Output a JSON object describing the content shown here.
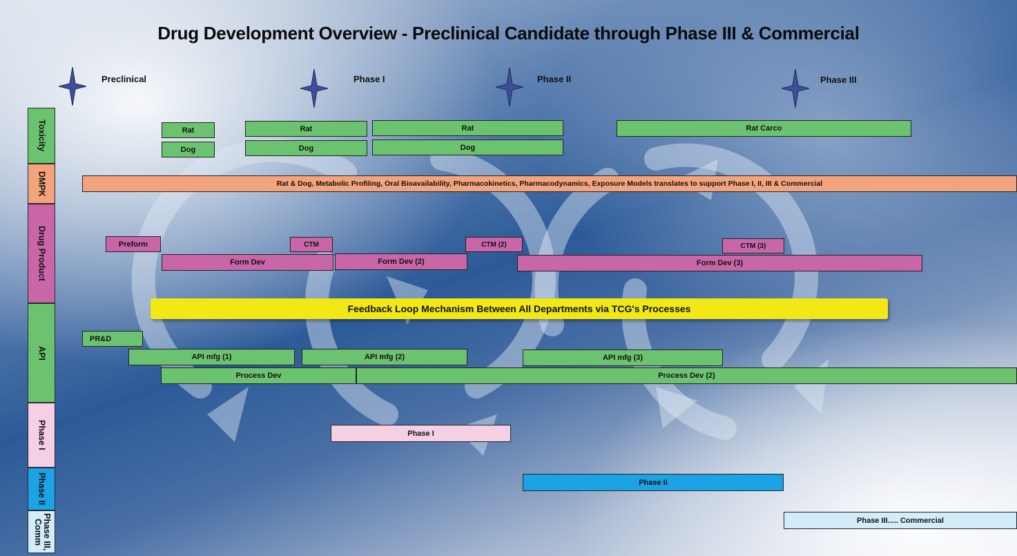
{
  "title": "Drug Development Overview - Preclinical Candidate through Phase III & Commercial",
  "milestones": [
    "Preclinical",
    "Phase I",
    "Phase II",
    "Phase III"
  ],
  "lanes": {
    "toxicity": "Toxicity",
    "dmpk": "DMPK",
    "drug_product": "Drug Product",
    "api": "API",
    "phase1": "Phase I",
    "phase2": "Phase II",
    "phase3": "Phase III, Comm"
  },
  "bars": {
    "tox_rat_1": "Rat",
    "tox_dog_1": "Dog",
    "tox_rat_2": "Rat",
    "tox_dog_2": "Dog",
    "tox_rat_3": "Rat",
    "tox_dog_3": "Dog",
    "tox_rat_carco": "Rat Carco",
    "dmpk": "Rat & Dog, Metabolic Profiling, Oral Bioavailability, Pharmacokinetics, Pharmacodynamics, Exposure Models translates to support Phase I, II, III & Commercial",
    "preform": "Preform",
    "ctm": "CTM",
    "ctm2": "CTM (2)",
    "ctm3": "CTM (3)",
    "form_dev": "Form Dev",
    "form_dev2": "Form Dev (2)",
    "form_dev3": "Form Dev (3)",
    "feedback": "Feedback Loop Mechanism Between All Departments via TCG's Processes",
    "prd": "PR&D",
    "api_mfg1": "API mfg (1)",
    "api_mfg2": "API mfg (2)",
    "api_mfg3": "API mfg (3)",
    "process_dev": "Process Dev",
    "process_dev2": "Process Dev (2)",
    "phase1": "Phase I",
    "phase2": "Phase II",
    "phase3": "Phase III..... Commercial"
  },
  "colors": {
    "toxicity": "#6cc36f",
    "dmpk": "#f4a47c",
    "drug_product": "#c866a8",
    "api": "#6cc36f",
    "phase1": "#f5cfe4",
    "phase2": "#1ca3e6",
    "phase3": "#d3ecfa",
    "feedback": "#f2e815",
    "star": "#3e4f9a"
  },
  "icons": {
    "milestone": "four-point-star-icon",
    "background": "recycle-loop-arrows"
  }
}
